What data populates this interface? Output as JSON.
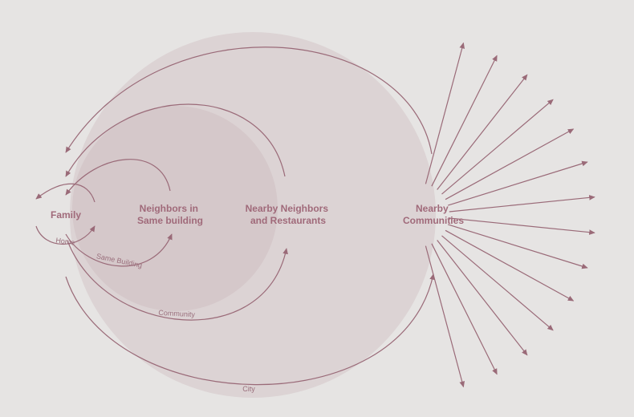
{
  "colors": {
    "background": "#e6e4e3",
    "circle_city": "#dcd3d4",
    "circle_neighborhood": "#d5c8ca",
    "circle_building": "#cdbcbf",
    "line": "#9a6a78",
    "label": "#a06a7a"
  },
  "nodes": {
    "family": "Family",
    "building_line1": "Neighbors in",
    "building_line2": "Same building",
    "restaurants_line1": "Nearby Neighbors",
    "restaurants_line2": "and Restaurants",
    "communities_line1": "Nearby",
    "communities_line2": "Communities"
  },
  "arc_labels": {
    "home": "Home",
    "same_building": "Same Building",
    "community": "Community",
    "city": "City"
  },
  "outward_arrow_count": 14
}
